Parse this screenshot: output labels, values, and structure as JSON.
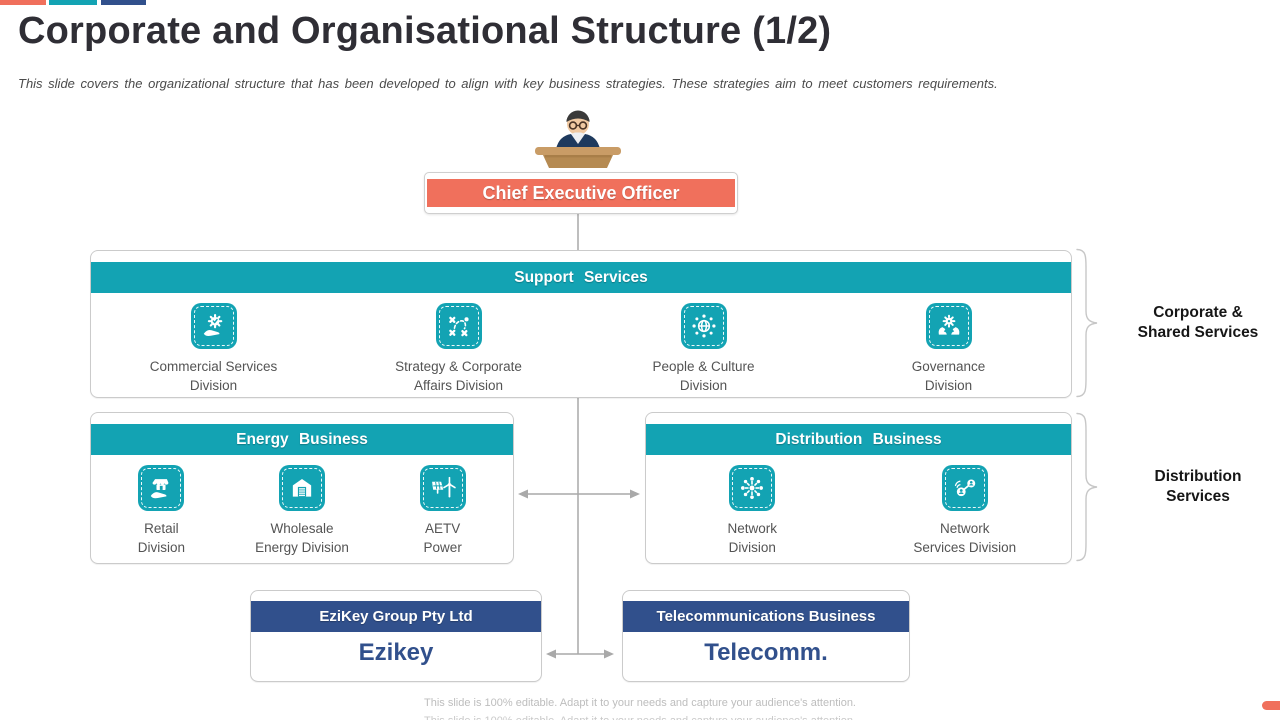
{
  "slide": {
    "title": "Corporate and Organisational Structure (1/2)",
    "subtitle": "This slide covers the organizational structure that has been developed to align with key business strategies. These strategies aim to meet customers requirements.",
    "footer": "This slide is 100% editable. Adapt it to your needs and capture your audience's attention."
  },
  "colors": {
    "coral": "#F0705C",
    "teal": "#13A3B3",
    "navy": "#31508C",
    "title_text": "#2F2E35",
    "body_text": "#545454",
    "border": "#CBCBCB",
    "connector": "#A9A9A9",
    "footer_text": "#BDBDBD"
  },
  "org": {
    "ceo": {
      "label": "Chief Executive Officer",
      "icon": "executive-at-podium-icon"
    },
    "support": {
      "header": "Support Services",
      "items": [
        {
          "icon": "hand-gear-icon",
          "label": "Commercial Services\nDivision"
        },
        {
          "icon": "strategy-arrows-icon",
          "label": "Strategy & Corporate\nAffairs Division"
        },
        {
          "icon": "globe-people-icon",
          "label": "People & Culture\nDivision"
        },
        {
          "icon": "hands-holding-gear-icon",
          "label": "Governance\nDivision"
        }
      ]
    },
    "energy": {
      "header": "Energy Business",
      "items": [
        {
          "icon": "hand-store-icon",
          "label": "Retail\nDivision"
        },
        {
          "icon": "warehouse-icon",
          "label": "Wholesale\nEnergy Division"
        },
        {
          "icon": "solar-wind-icon",
          "label": "AETV\nPower"
        }
      ]
    },
    "distribution": {
      "header": "Distribution Business",
      "items": [
        {
          "icon": "network-hub-icon",
          "label": "Network\nDivision"
        },
        {
          "icon": "connected-users-icon",
          "label": "Network\nServices Division"
        }
      ]
    },
    "ezikey": {
      "header": "EziKey Group Pty Ltd",
      "name": "Ezikey"
    },
    "telecom": {
      "header": "Telecommunications Business",
      "name": "Telecomm."
    },
    "groups": [
      {
        "label": "Corporate &\nShared Services"
      },
      {
        "label": "Distribution\nServices"
      }
    ]
  }
}
